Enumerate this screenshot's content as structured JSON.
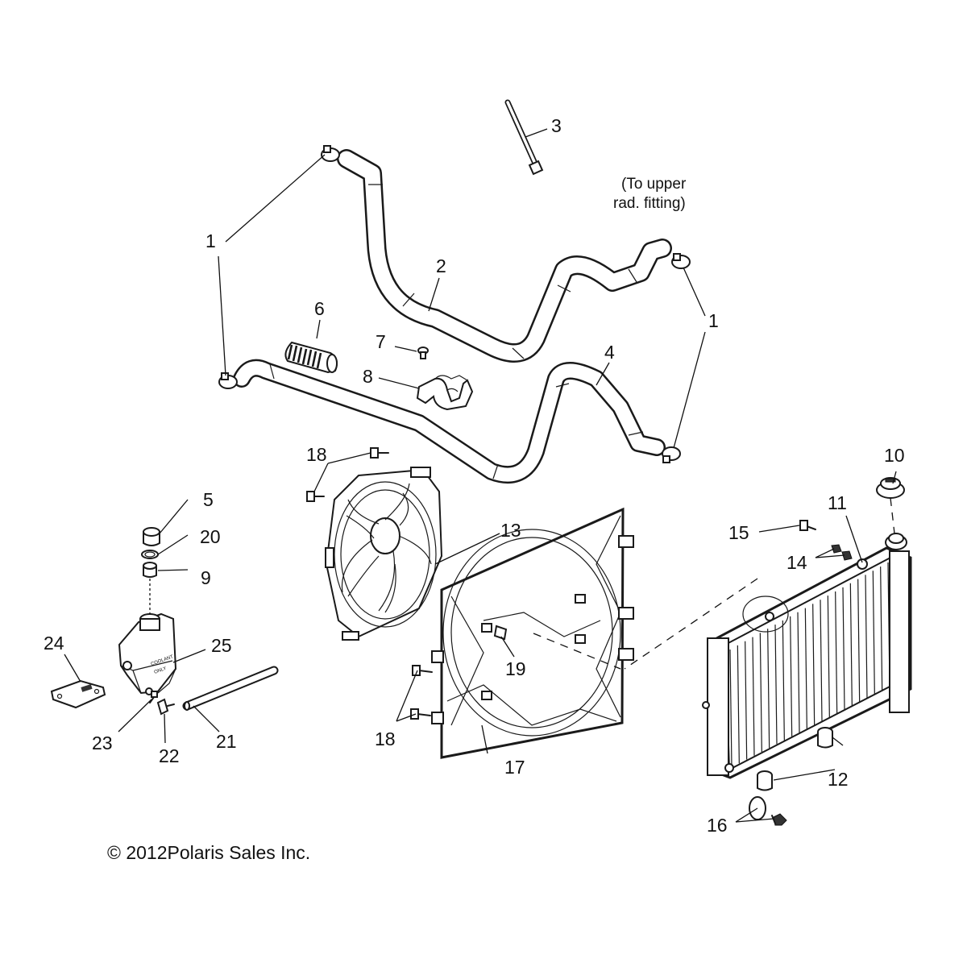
{
  "callouts": {
    "c1a": "1",
    "c1b": "1",
    "c2": "2",
    "c3": "3",
    "c4": "4",
    "c5": "5",
    "c6": "6",
    "c7": "7",
    "c8": "8",
    "c9": "9",
    "c10": "10",
    "c11": "11",
    "c12": "12",
    "c13": "13",
    "c14": "14",
    "c15": "15",
    "c16": "16",
    "c17": "17",
    "c18a": "18",
    "c18b": "18",
    "c19": "19",
    "c20": "20",
    "c21": "21",
    "c22": "22",
    "c23": "23",
    "c24": "24",
    "c25": "25"
  },
  "notes": {
    "upper_fitting_line1": "(To upper",
    "upper_fitting_line2": "rad. fitting)"
  },
  "reservoir_label": {
    "line1": "COOLANT",
    "line2": "ONLY"
  },
  "copyright": "© 2012Polaris Sales Inc."
}
